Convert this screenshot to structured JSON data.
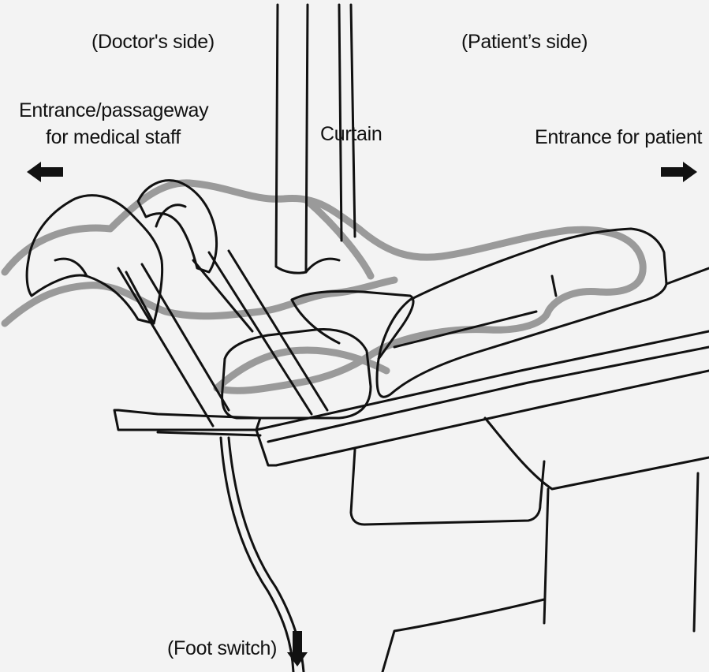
{
  "labels": {
    "doctors_side": "(Doctor's side)",
    "patients_side": "(Patient’s side)",
    "entrance_staff_line1": "Entrance/passageway",
    "entrance_staff_line2": "for medical staff",
    "curtain": "Curtain",
    "entrance_patient": "Entrance for patient",
    "foot_switch": "(Foot switch)"
  },
  "arrows": {
    "staff_exit": "arrow-left",
    "patient_entrance": "arrow-right",
    "foot_switch": "arrow-down"
  },
  "colors": {
    "line": "#111111",
    "curtain_outline": "#9a9a9a",
    "background": "#f3f3f3"
  }
}
